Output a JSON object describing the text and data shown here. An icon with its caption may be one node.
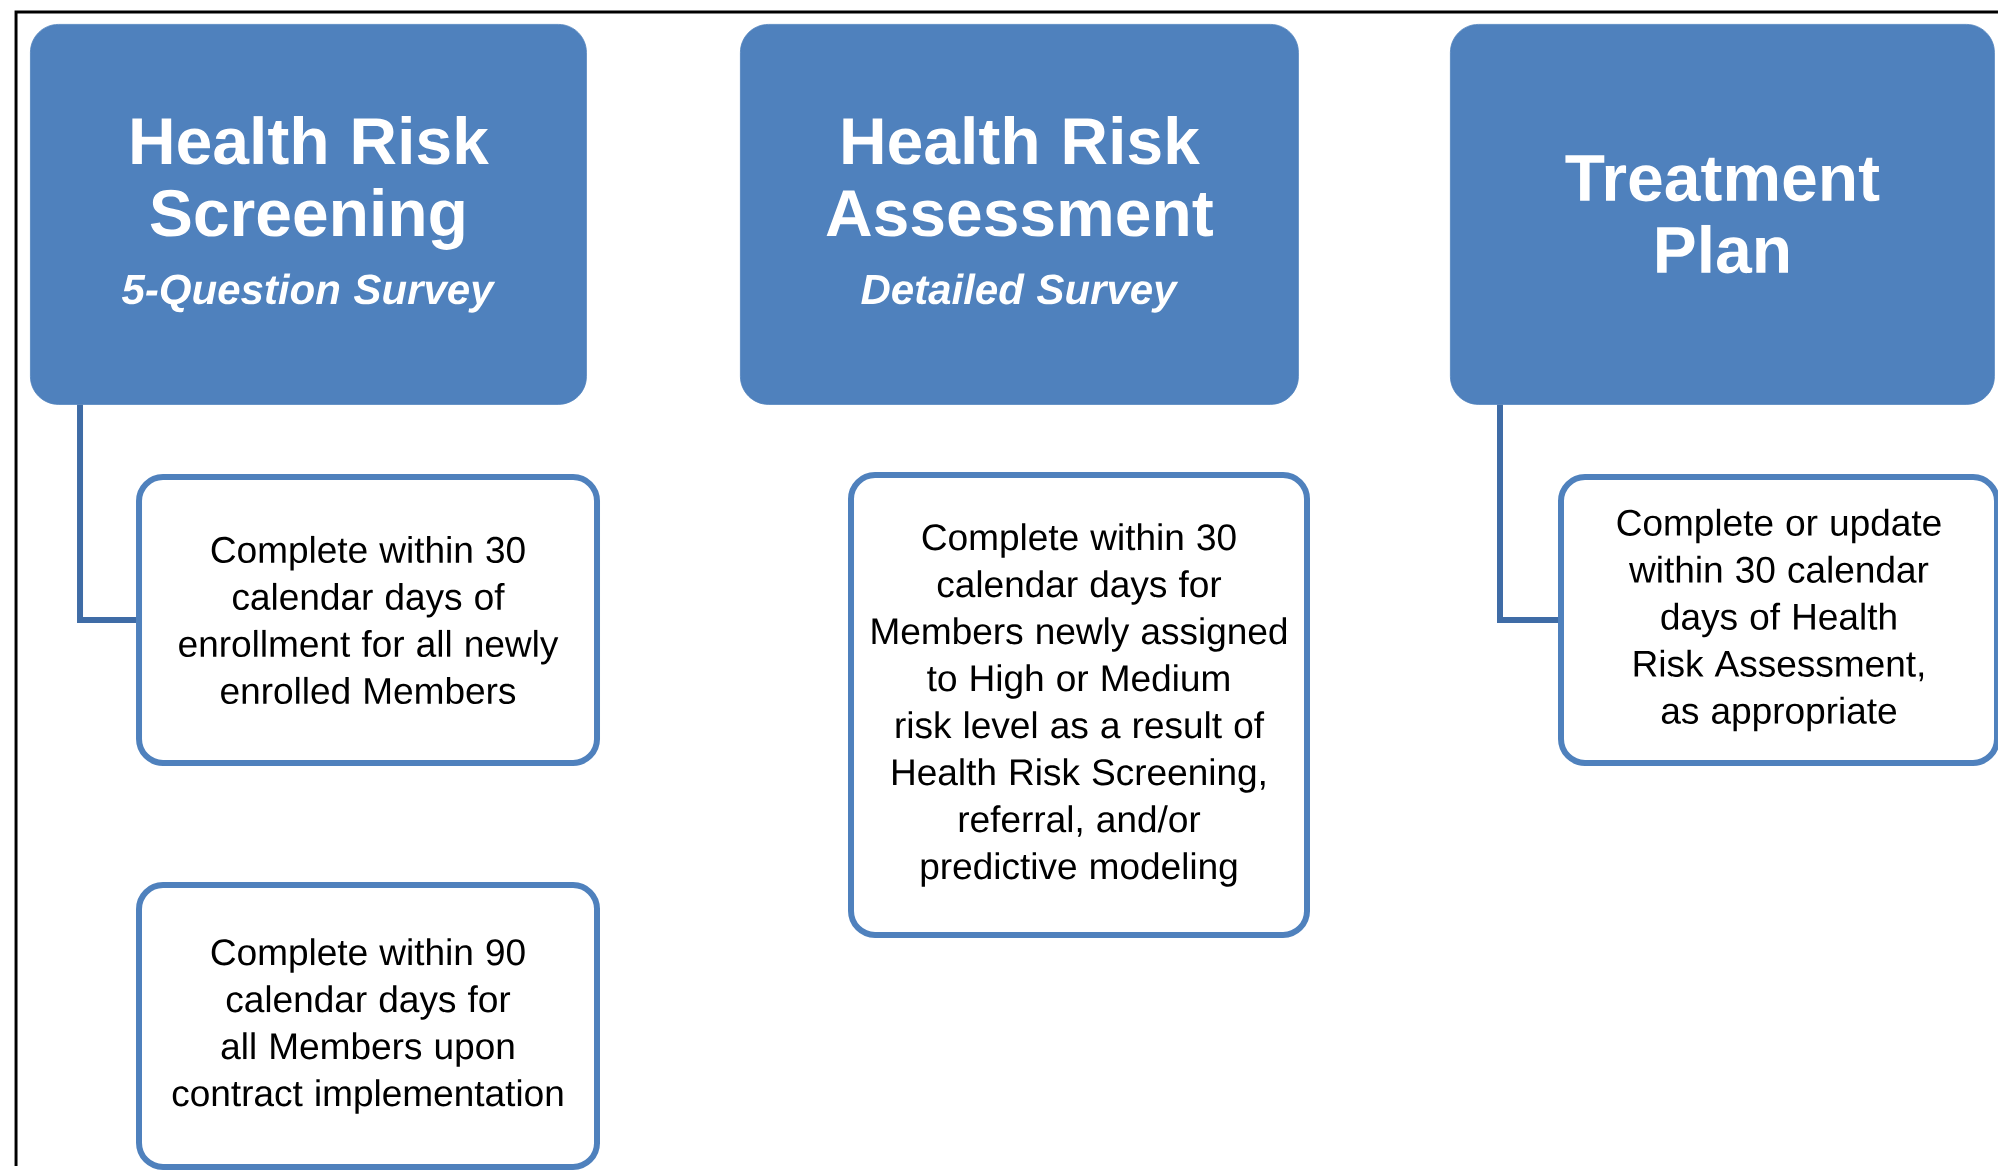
{
  "diagram": {
    "nodes": [
      {
        "text": [
          "Health Risk Screening",
          "*5-Question Survey*"
        ]
      },
      {
        "text": [
          "Complete within 30 calendar days of enrollment for all newly enrolled Members"
        ]
      },
      {
        "text": [
          "Complete within 90 calendar days for all Members upon contract implementation"
        ]
      },
      {
        "text": [
          "Health Risk Assessment",
          "*Detailed Survey*"
        ]
      },
      {
        "text": [
          "Complete within 30 calendar days for Members newly assigned to High or Medium risk level as a result of Health Risk Screening, referral, and/or predictive modeling"
        ]
      },
      {
        "text": [
          "Treatment Plan"
        ]
      },
      {
        "text": [
          "Complete or update within 30 calendar days of Health Risk Assessment, as appropriate"
        ]
      }
    ],
    "edges": [
      {
        "from": 0,
        "to": 1,
        "arrow": "none"
      },
      {
        "from": 5,
        "to": 6,
        "arrow": "none"
      }
    ]
  }
}
